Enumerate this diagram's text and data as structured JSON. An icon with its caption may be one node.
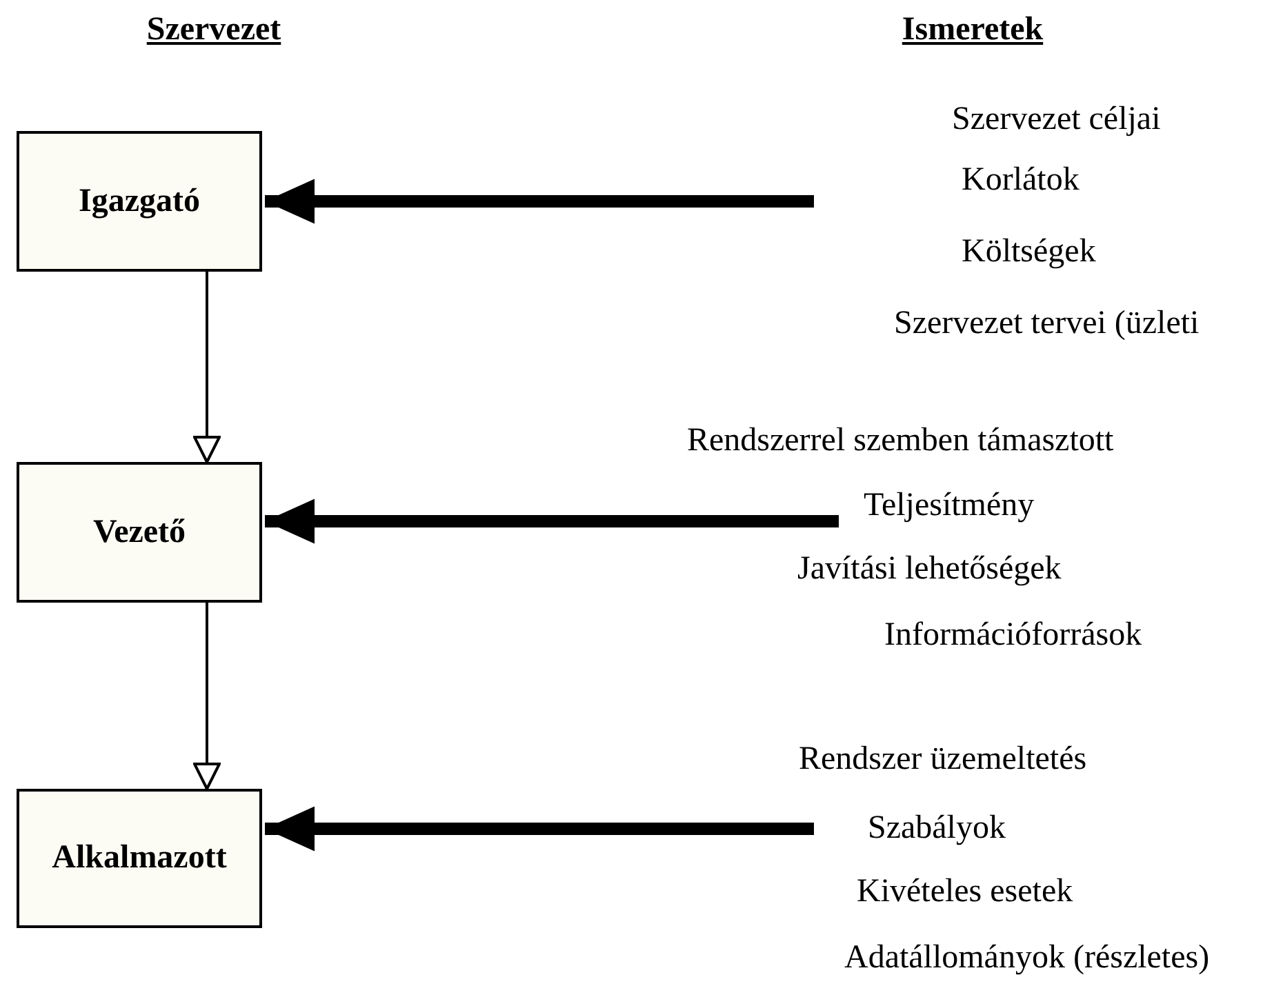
{
  "diagram": {
    "nodes": [
      {
        "text": [
          "Igazgató"
        ]
      },
      {
        "text": [
          "Vezető"
        ]
      },
      {
        "text": [
          "Alkalmazott"
        ]
      }
    ],
    "edges": [
      {
        "from": 0,
        "to": 1,
        "arrow": "to"
      },
      {
        "from": 1,
        "to": 2,
        "arrow": "to"
      },
      {
        "from": null,
        "to": 0,
        "arrow": "to"
      },
      {
        "from": null,
        "to": 1,
        "arrow": "to"
      },
      {
        "from": null,
        "to": 2,
        "arrow": "to"
      }
    ],
    "labels": [
      "Szervezet",
      "Ismeretek",
      "Szervezet céljai",
      "Korlátok",
      "Költségek",
      "Szervezet tervei (üzleti",
      "Rendszerrel szemben támasztott",
      "Teljesítmény",
      "Javítási lehetőségek",
      "Információforrások",
      "Rendszer üzemeltetés",
      "Szabályok",
      "Kivételes esetek",
      "Adatállományok (részletes)"
    ]
  }
}
